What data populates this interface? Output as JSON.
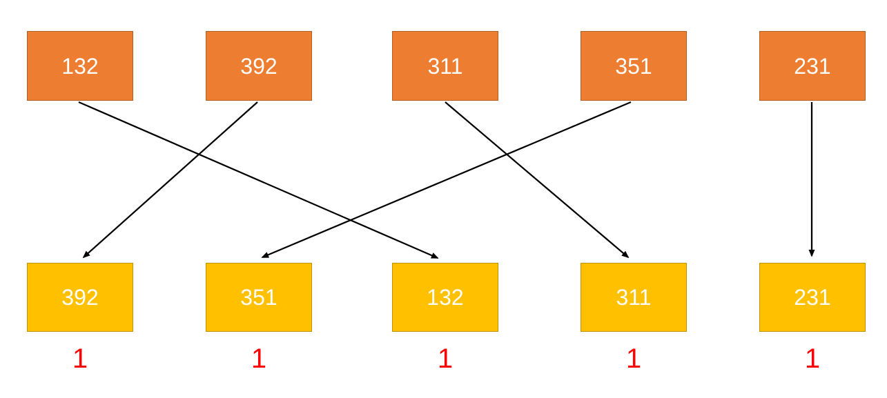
{
  "diagram": {
    "description": "Permutation step diagram: top source boxes mapped by arrows to reordered bottom boxes, each bottom box counted as a run of size 1",
    "top_row": {
      "fill": "#ED7D31",
      "border": "#B15E1E",
      "text_color": "#FFFFFF",
      "values": [
        "132",
        "392",
        "311",
        "351",
        "231"
      ]
    },
    "bottom_row": {
      "fill": "#FFC000",
      "border": "#BF9000",
      "text_color": "#FFFFFF",
      "values": [
        "392",
        "351",
        "132",
        "311",
        "231"
      ]
    },
    "counts": {
      "color": "#FF0000",
      "values": [
        "1",
        "1",
        "1",
        "1",
        "1"
      ]
    },
    "arrow_color": "#000000",
    "connections": [
      {
        "value": "132",
        "from_top_index": 0,
        "to_bottom_index": 2
      },
      {
        "value": "392",
        "from_top_index": 1,
        "to_bottom_index": 0
      },
      {
        "value": "311",
        "from_top_index": 2,
        "to_bottom_index": 3
      },
      {
        "value": "351",
        "from_top_index": 3,
        "to_bottom_index": 1
      },
      {
        "value": "231",
        "from_top_index": 4,
        "to_bottom_index": 4
      }
    ]
  }
}
